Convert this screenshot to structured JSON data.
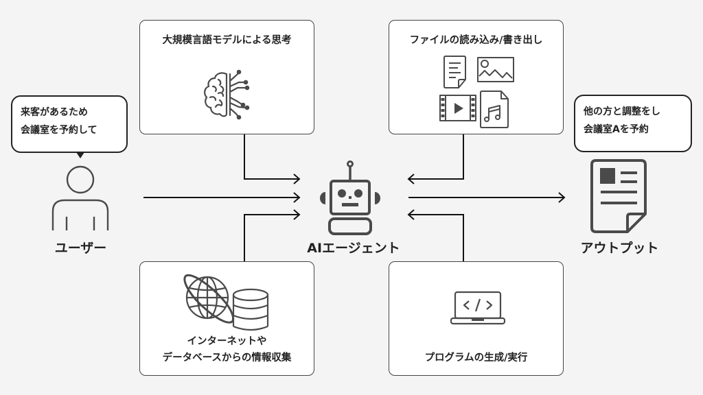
{
  "diagram": {
    "user": {
      "label": "ユーザー",
      "speech_lines": [
        "来客があるため",
        "会議室を予約して"
      ]
    },
    "agent": {
      "label": "AIエージェント"
    },
    "output": {
      "label": "アウトプット",
      "speech_lines": [
        "他の方と調整をし",
        "会議室Aを予約"
      ]
    },
    "capabilities": [
      {
        "id": "llm",
        "title_lines": [
          "大規模言語モデルによる思考"
        ],
        "icon": "brain-circuit-icon",
        "direction": "to-agent"
      },
      {
        "id": "files",
        "title_lines": [
          "ファイルの読み込み/書き出し"
        ],
        "icon": "file-types-icon",
        "direction": "bidirectional"
      },
      {
        "id": "web",
        "title_lines": [
          "インターネットや",
          "データベースからの情報収集"
        ],
        "icon": "globe-database-icon",
        "direction": "to-agent"
      },
      {
        "id": "code",
        "title_lines": [
          "プログラムの生成/実行"
        ],
        "icon": "laptop-code-icon",
        "direction": "to-agent"
      }
    ],
    "colors": {
      "background": "#f4f4f4",
      "box_fill": "#ffffff",
      "icon": "#4a4a4a",
      "arrow": "#111111",
      "text": "#222222"
    }
  }
}
